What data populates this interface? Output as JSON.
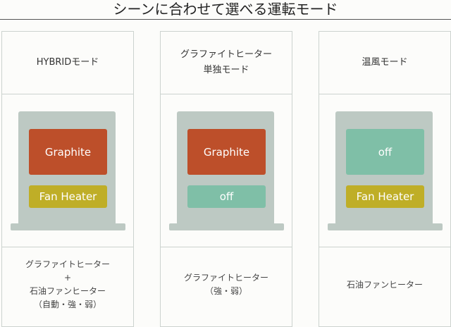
{
  "title": "シーンに合わせて選べる運転モード",
  "colors": {
    "graphite": "#bd4f2a",
    "fan": "#bfae27",
    "off": "#7fbfa7",
    "heater": "#bdc9c3"
  },
  "modes": [
    {
      "name_lines": [
        "HYBRIDモード"
      ],
      "top": {
        "label": "Graphite",
        "state": "graphite"
      },
      "bottom": {
        "label": "Fan Heater",
        "state": "fan"
      },
      "desc": [
        "グラファイトヒーター",
        "+",
        "石油ファンヒーター",
        "（自動・強・弱）"
      ]
    },
    {
      "name_lines": [
        "グラファイトヒーター",
        "単独モード"
      ],
      "top": {
        "label": "Graphite",
        "state": "graphite"
      },
      "bottom": {
        "label": "off",
        "state": "off"
      },
      "desc": [
        "グラファイトヒーター",
        "（強・弱）"
      ]
    },
    {
      "name_lines": [
        "温風モード"
      ],
      "top": {
        "label": "off",
        "state": "off"
      },
      "bottom": {
        "label": "Fan Heater",
        "state": "fan"
      },
      "desc": [
        "石油ファンヒーター"
      ]
    }
  ]
}
